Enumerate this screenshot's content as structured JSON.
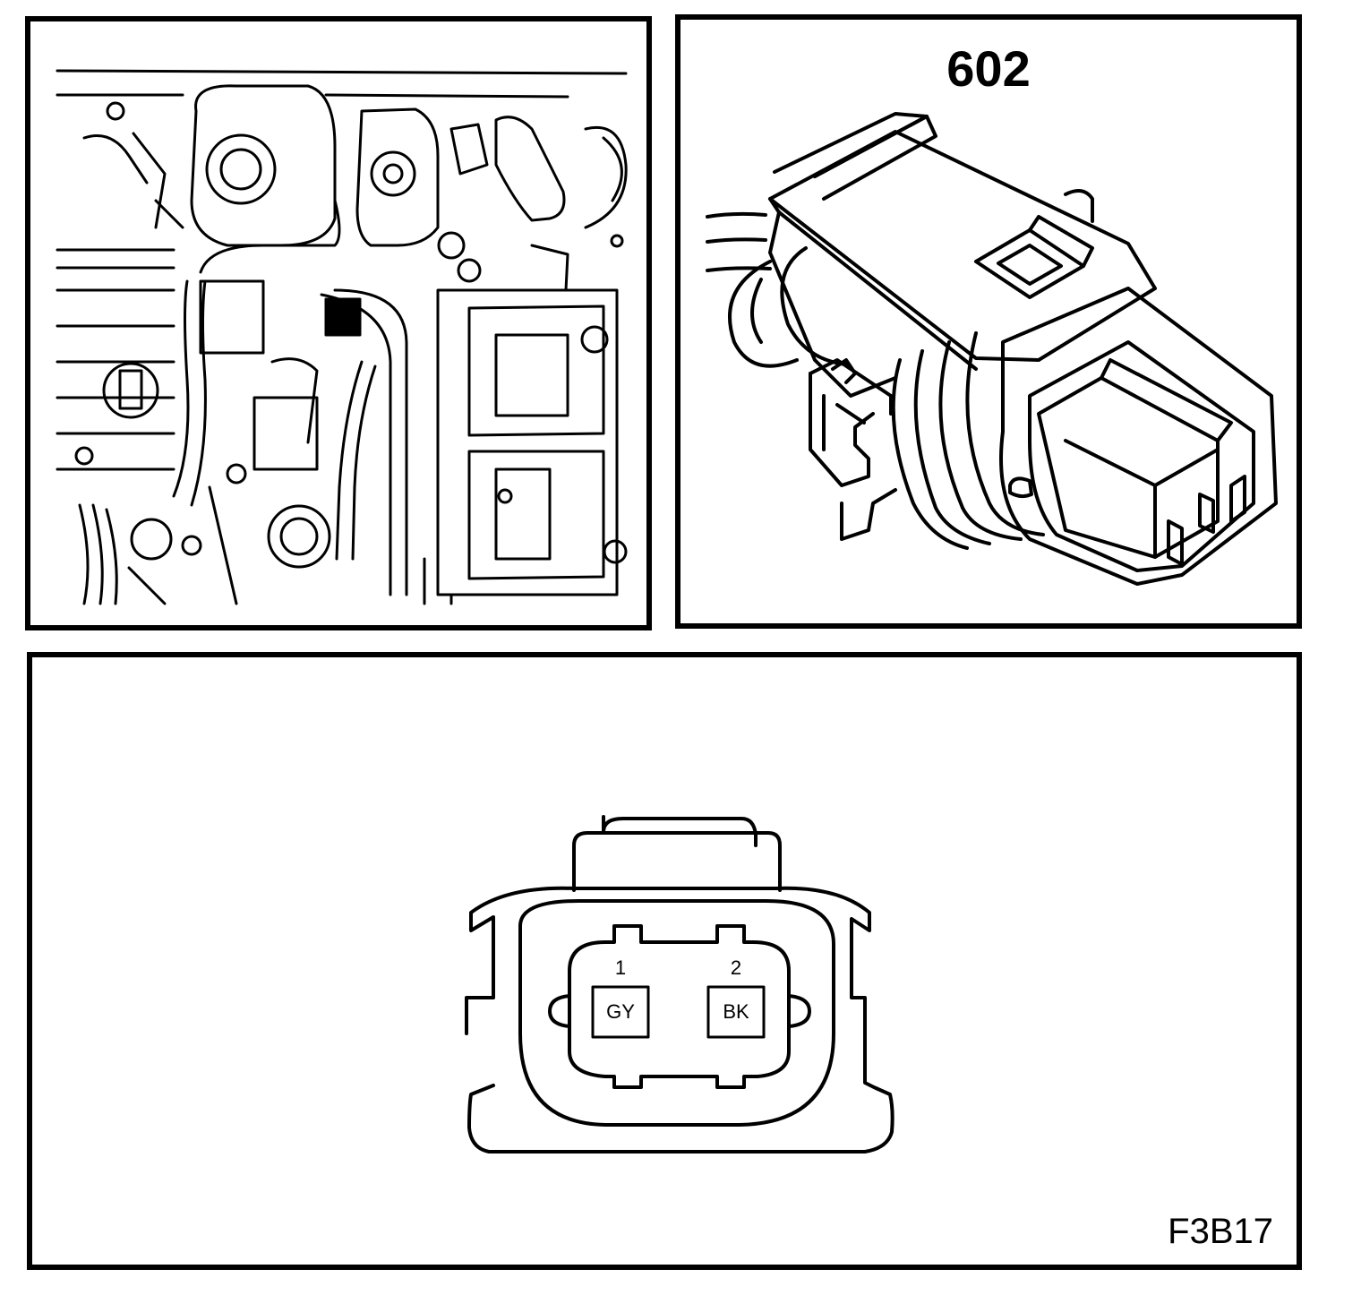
{
  "connector": {
    "id": "602"
  },
  "figure": {
    "code": "F3B17"
  },
  "pins": [
    {
      "number": "1",
      "wire_color": "GY"
    },
    {
      "number": "2",
      "wire_color": "BK"
    }
  ],
  "colors": {
    "line": "#000000",
    "background": "#ffffff"
  }
}
